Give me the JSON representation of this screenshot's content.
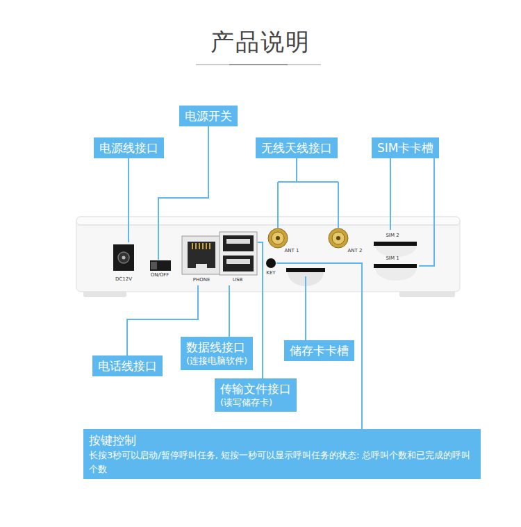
{
  "diagram": {
    "title": "产品说明",
    "nodes": [
      {
        "text": [
          "电源开关"
        ]
      },
      {
        "text": [
          "电源线接口"
        ]
      },
      {
        "text": [
          "无线天线接口"
        ]
      },
      {
        "text": [
          "SIM卡卡槽"
        ]
      },
      {
        "text": [
          "数据线接口",
          "(连接电脑软件)"
        ]
      },
      {
        "text": [
          "储存卡卡槽"
        ]
      },
      {
        "text": [
          "电话线接口"
        ]
      },
      {
        "text": [
          "传输文件接口",
          "(读写储存卡)"
        ]
      },
      {
        "text": [
          "按键控制",
          "长按3秒可以启动/暂停呼叫任务, 短按一秒可以显示呼叫任务的状态: 总呼叫个数和已完成的呼叫个数"
        ]
      }
    ],
    "edges": [],
    "labels": [
      "DC12V",
      "ON/OFF",
      "PHONE",
      "USB",
      "ANT 1",
      "ANT 2",
      "KEY",
      "SIM 2",
      "SIM 1"
    ]
  }
}
